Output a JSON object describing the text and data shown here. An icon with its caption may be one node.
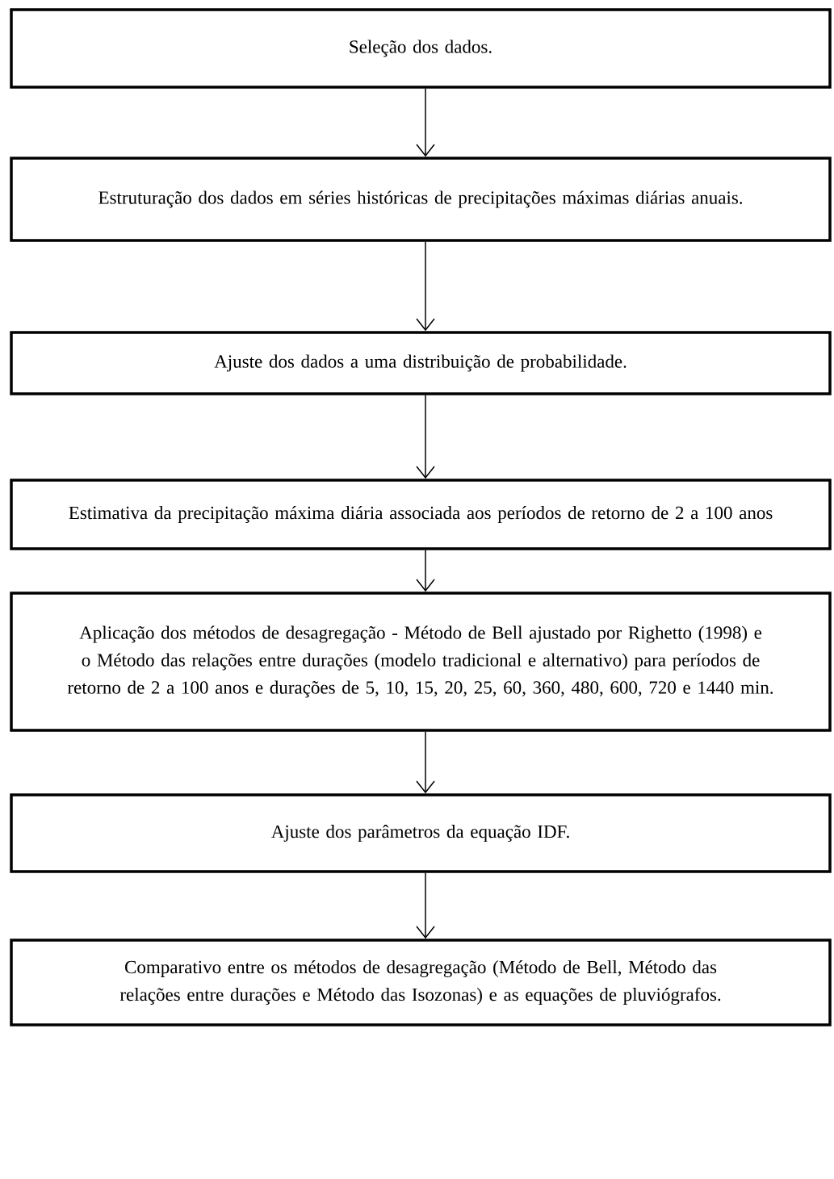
{
  "diagram": {
    "nodes": [
      {
        "text": [
          "Seleção dos  dados."
        ]
      },
      {
        "text": [
          "Estruturação dos dados em séries históricas de precipitações máximas diárias anuais."
        ]
      },
      {
        "text": [
          "Ajuste dos dados a uma distribuição de probabilidade."
        ]
      },
      {
        "text": [
          "Estimativa da precipitação máxima diária associada aos períodos de retorno de  2 a 100 anos"
        ]
      },
      {
        "text": [
          "Aplicação dos métodos de desagregação - Método de Bell ajustado por Righetto (1998) e o Método das relações entre durações (modelo tradicional e alternativo) para períodos de retorno de 2 a 100 anos e durações de 5, 10, 15, 20, 25, 60, 360, 480, 600, 720 e 1440 min."
        ]
      },
      {
        "text": [
          "Ajuste dos parâmetros da equação IDF."
        ]
      },
      {
        "text": [
          "Comparativo entre os métodos de desagregação (Método de Bell, Método das relações entre durações e Método das Isozonas) e as equações de pluviógrafos."
        ]
      }
    ],
    "edges": [
      {
        "from": 0,
        "to": 1,
        "arrow": "to"
      },
      {
        "from": 1,
        "to": 2,
        "arrow": "to"
      },
      {
        "from": 2,
        "to": 3,
        "arrow": "to"
      },
      {
        "from": 3,
        "to": 4,
        "arrow": "to"
      },
      {
        "from": 4,
        "to": 5,
        "arrow": "to"
      },
      {
        "from": 5,
        "to": 6,
        "arrow": "to"
      }
    ]
  }
}
